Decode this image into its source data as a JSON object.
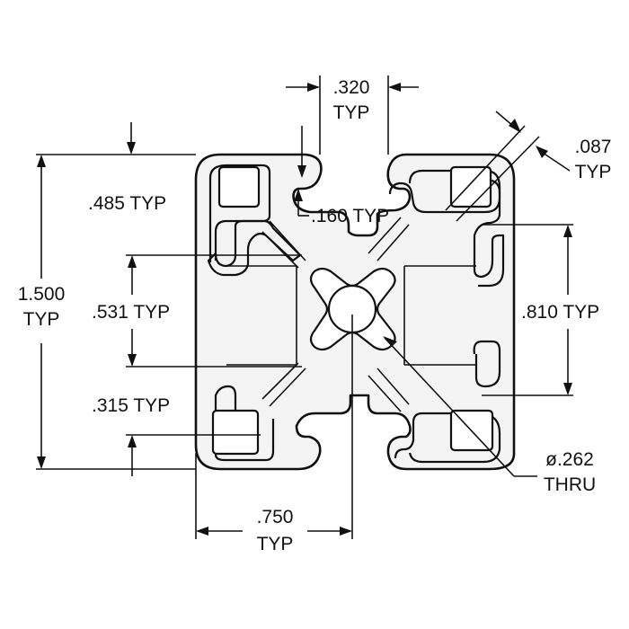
{
  "drawing": {
    "dimensions": {
      "slot_width": ".320",
      "slot_width_note": "TYP",
      "wall": ".087",
      "wall_note": "TYP",
      "lip_depth": ".485 TYP",
      "lip_thickness": ".160 TYP",
      "overall_1": "1.500",
      "overall_2": "TYP",
      "core_width": ".531 TYP",
      "slot_span": ".810 TYP",
      "offset": ".315 TYP",
      "hole_dia": "ø.262",
      "hole_note": "THRU",
      "pitch": ".750",
      "pitch_note": "TYP"
    }
  }
}
